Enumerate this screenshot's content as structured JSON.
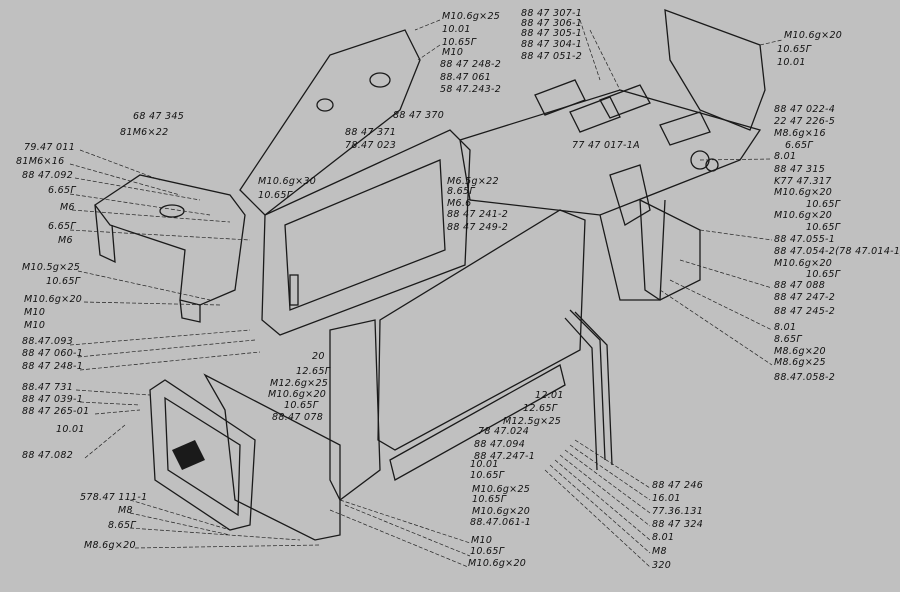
{
  "diagram": {
    "type": "exploded-parts-drawing",
    "labels": [
      "68 47 345",
      "81M6×22",
      "79.47 011",
      "81M6×16",
      "88 47.092",
      "6.65Г",
      "M6",
      "6.65Г",
      "M6",
      "M10.5g×25",
      "10.65Г",
      "M10.6g×20",
      "M10",
      "M10",
      "88.47.093",
      "88 47 060-1",
      "88 47 248-1",
      "88.47 731",
      "88 47 039-1",
      "88 47 265-01",
      "10.01",
      "88 47.082",
      "578.47 111-1",
      "M8",
      "8.65Г",
      "M8.6g×20",
      "M10",
      "10.65Г",
      "M10.6g×20",
      "10.01",
      "10.65Г",
      "M10.6g×25",
      "10.65Г",
      "M10.6g×20",
      "88.47.061-1",
      "78 47.024",
      "88 47.094",
      "88 47.247-1",
      "12.01",
      "12.65Г",
      "M12.5g×25",
      "20",
      "12.65Г",
      "M12.6g×25",
      "M10.6g×20",
      "10.65Г",
      "88.47 078",
      "88 47 246",
      "16.01",
      "77.36.131",
      "88 47 324",
      "8.01",
      "M8",
      "320",
      "M10.6g×25",
      "10.01",
      "10.65Г",
      "M10",
      "88 47 248-2",
      "88.47 061",
      "58 47.243-2",
      "88 47 370",
      "88 47 371",
      "78.47 023",
      "M10.6g×30",
      "10.65Г",
      "M6.5g×22",
      "8.65Г",
      "M6.6",
      "88 47 241-2",
      "88 47 249-2",
      "88 47 307-1",
      "88 47 306-1",
      "88 47 305-1",
      "88 47 304-1",
      "88 47 051-2",
      "M10.6g×20",
      "10.65Г",
      "10.01",
      "88 47 022-4",
      "22 47 226-5",
      "M8.6g×16",
      "6.65Г",
      "77 47 017-1A",
      "8.01",
      "88 47 315",
      "K77 47.317",
      "M10.6g×20",
      "10.65Г",
      "M10.6g×20",
      "10.65Г",
      "88 47.055-1",
      "88 47.054-2(78 47.014-1)",
      "M10.6g×20",
      "10.65Г",
      "88 47 088",
      "88 47 247-2",
      "88 47 245-2",
      "8.01",
      "8.65Г",
      "M8.6g×20",
      "M8.6g×25",
      "88.47.058-2"
    ]
  }
}
